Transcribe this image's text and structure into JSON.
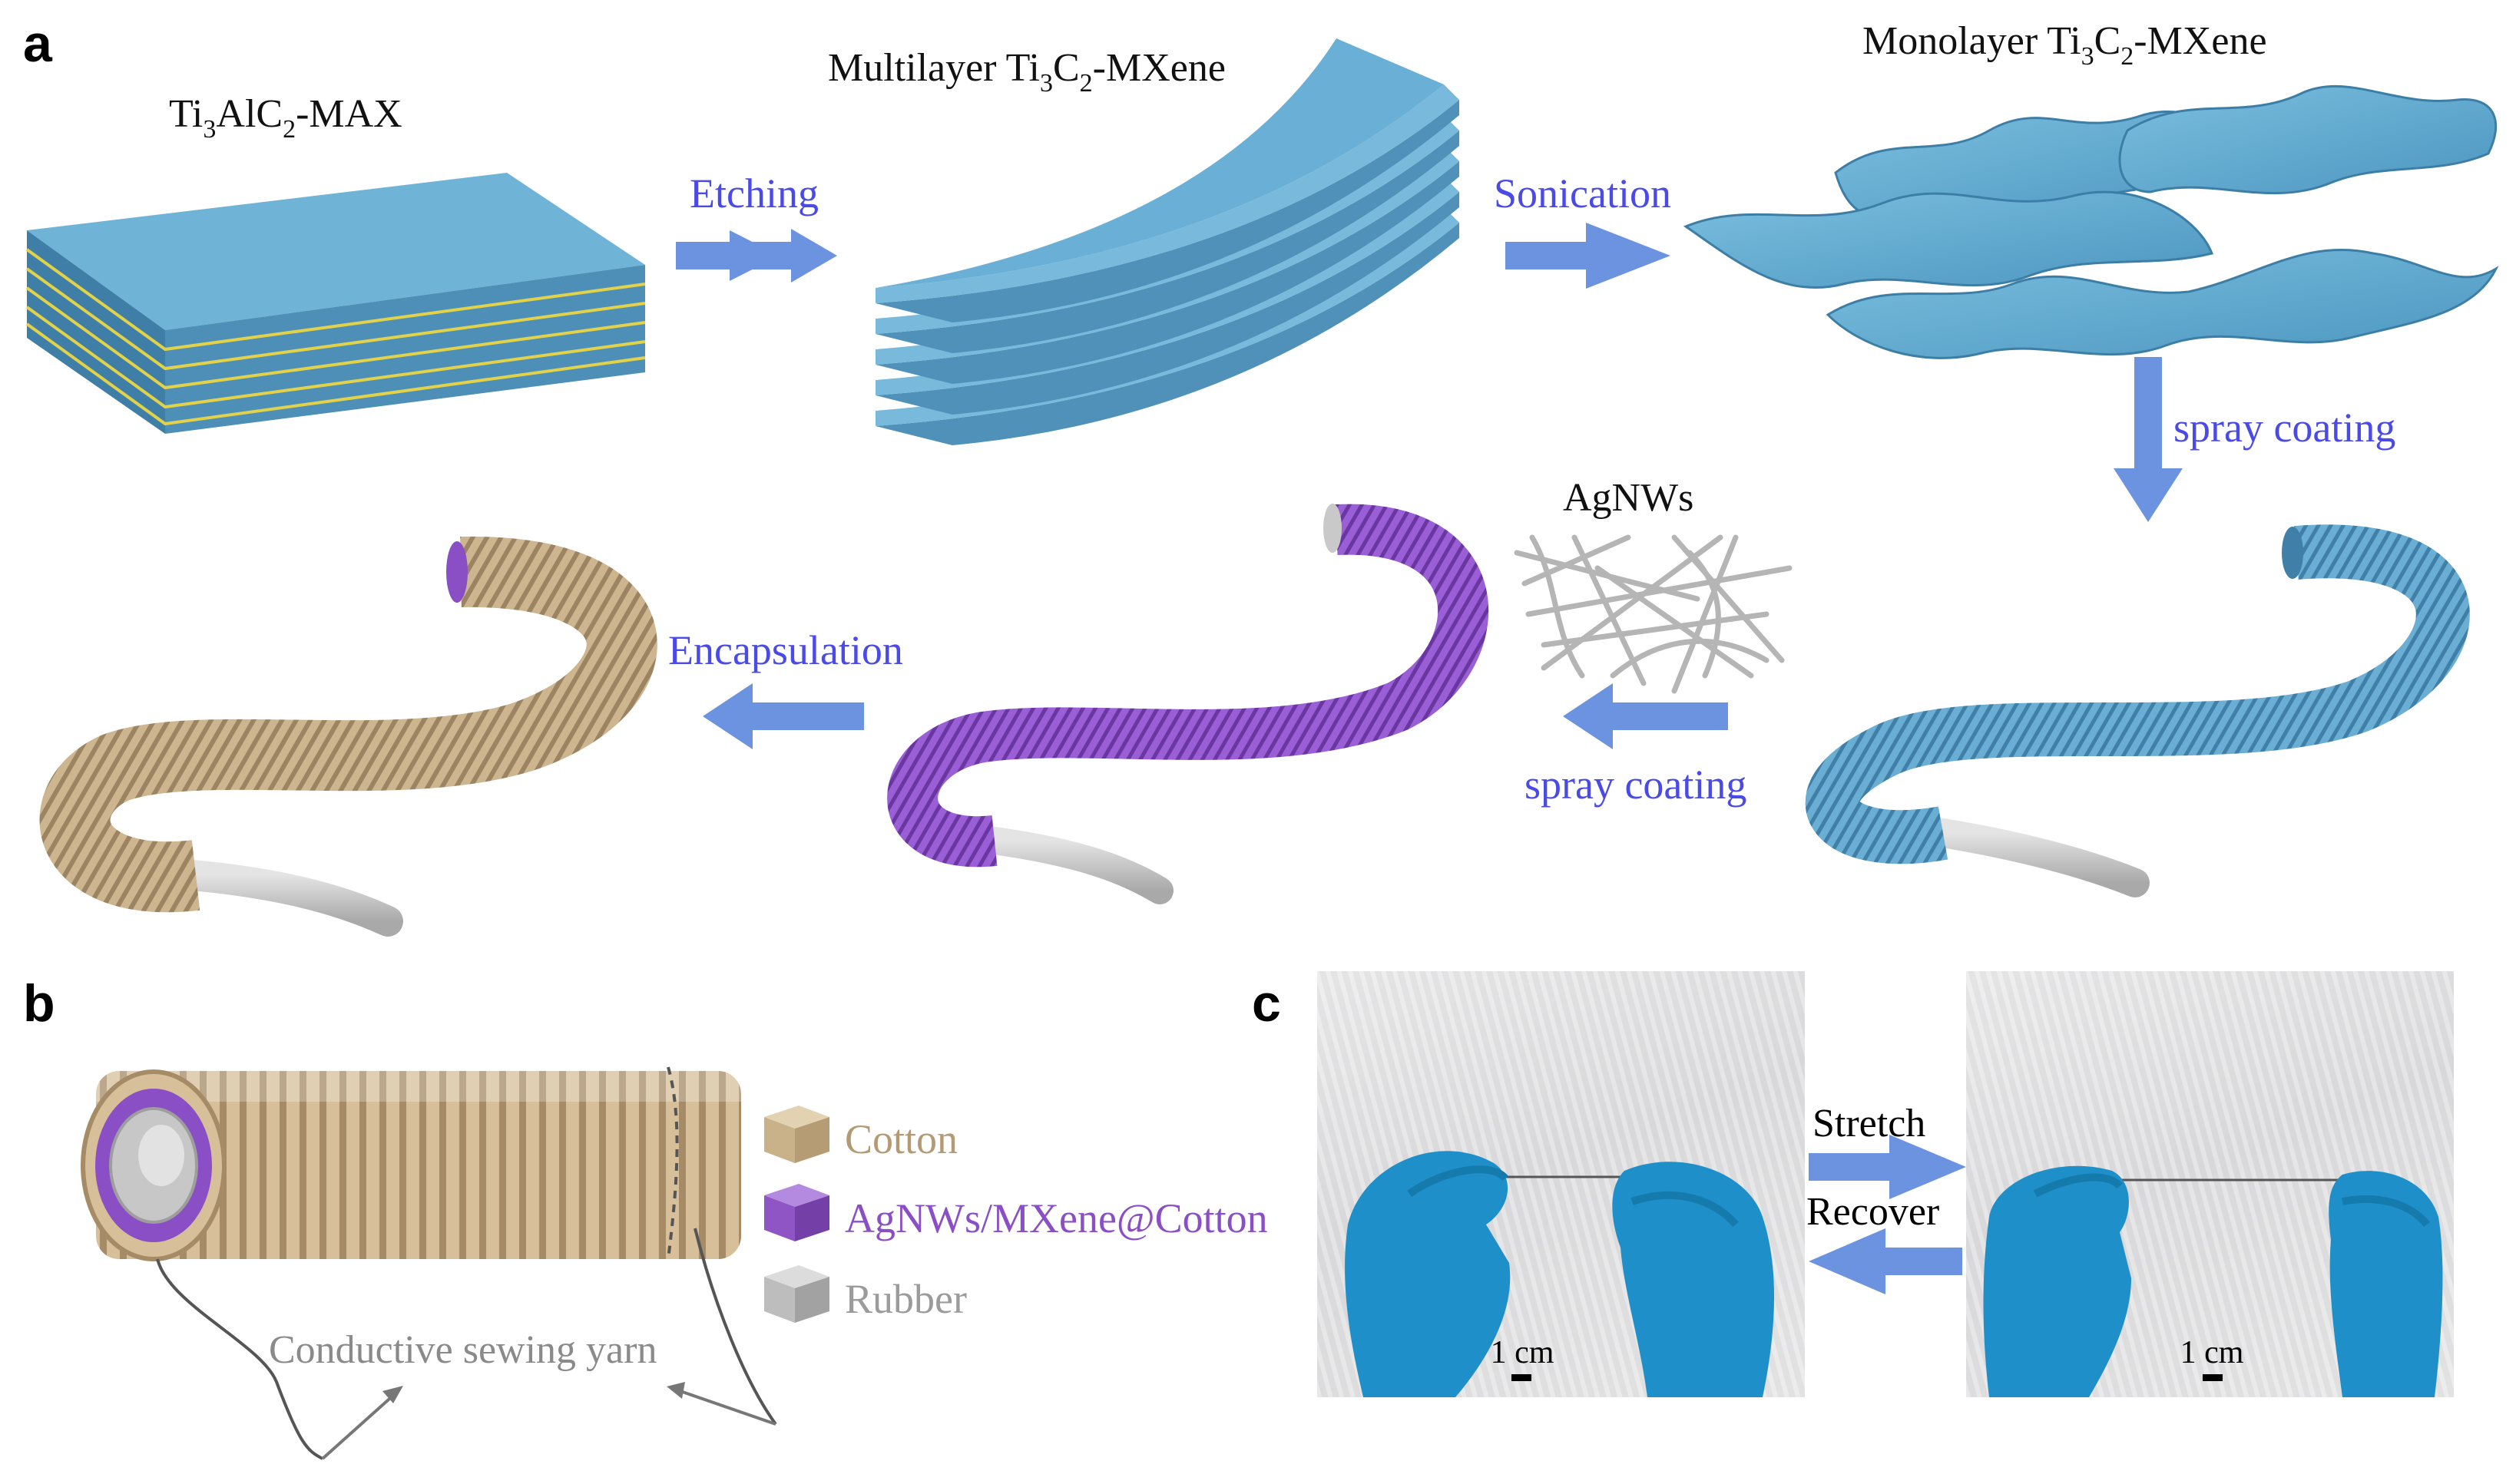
{
  "panels": {
    "a": "a",
    "b": "b",
    "c": "c"
  },
  "materials": {
    "max": {
      "base": "Ti",
      "sub1": "3",
      "mid": "AlC",
      "sub2": "2",
      "tail": "-MAX"
    },
    "multilayer": {
      "pre": "Multilayer Ti",
      "sub1": "3",
      "mid": "C",
      "sub2": "2",
      "tail": "-MXene"
    },
    "monolayer": {
      "pre": "Monolayer Ti",
      "sub1": "3",
      "mid": "C",
      "sub2": "2",
      "tail": "-MXene"
    },
    "agnws": "AgNWs"
  },
  "steps": {
    "etching": "Etching",
    "sonication": "Sonication",
    "spray1": "spray coating",
    "spray2": "spray coating",
    "encapsulation": "Encapsulation"
  },
  "legend": [
    {
      "label": "Cotton",
      "color": "#c9b18a"
    },
    {
      "label": "AgNWs/MXene@Cotton",
      "color": "#8f55c4"
    },
    {
      "label": "Rubber",
      "color": "#b9b9b9"
    }
  ],
  "yarn_label": "Conductive sewing yarn",
  "panel_c": {
    "stretch": "Stretch",
    "recover": "Recover",
    "scale_left": "1 cm",
    "scale_right": "1 cm"
  },
  "colors": {
    "arrow": "#6b93df",
    "mxene_blue": "#63a9cd",
    "purple": "#8a4fc4",
    "cotton": "#c7ad85",
    "rubber": "#c4c4c4",
    "glove": "#1f8fc9"
  }
}
